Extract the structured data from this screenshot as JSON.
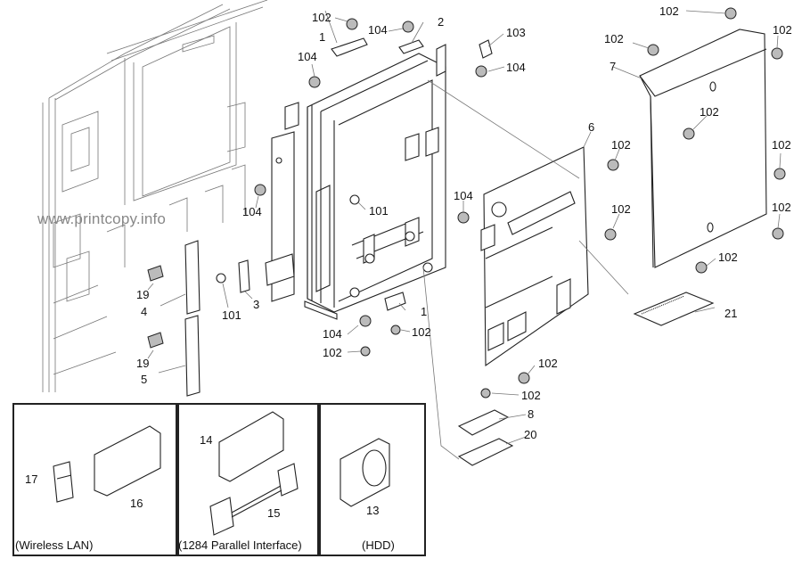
{
  "watermark": "www.printcopy.info",
  "callouts": {
    "c102a": "102",
    "c1a": "1",
    "c104a": "104",
    "c2": "2",
    "c103": "103",
    "c104b": "104",
    "c104c": "104",
    "c104d": "104",
    "c101a": "101",
    "c104e": "104",
    "c102b": "102",
    "c102c": "102",
    "c102d": "102",
    "c7": "7",
    "c102e": "102",
    "c6": "6",
    "c102f": "102",
    "c102g": "102",
    "c102h": "102",
    "c102i": "102",
    "c102j": "102",
    "c19a": "19",
    "c4": "4",
    "c101b": "101",
    "c3": "3",
    "c19b": "19",
    "c5": "5",
    "c1b": "1",
    "c102k": "102",
    "c104f": "104",
    "c102l": "102",
    "c21": "21",
    "c102m": "102",
    "c102n": "102",
    "c8": "8",
    "c20": "20"
  },
  "option_boxes": [
    {
      "caption": "(Wireless LAN)",
      "parts": [
        "17",
        "16"
      ]
    },
    {
      "caption": "(1284 Parallel Interface)",
      "parts": [
        "14",
        "15"
      ]
    },
    {
      "caption": "(HDD)",
      "parts": [
        "13"
      ]
    }
  ]
}
